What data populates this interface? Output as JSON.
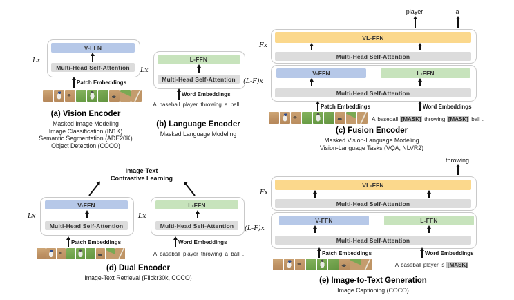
{
  "colors": {
    "v_ffn": "#b6c8e8",
    "l_ffn": "#c7e3bc",
    "vl_ffn": "#fbd88c",
    "attention": "#dcdcdc"
  },
  "labels": {
    "v_ffn": "V-FFN",
    "l_ffn": "L-FFN",
    "vl_ffn": "VL-FFN",
    "attention": "Multi-Head Self-Attention",
    "patch_embeddings": "Patch Embeddings",
    "word_embeddings": "Word Embeddings",
    "depth_l": "Lx",
    "depth_f": "Fx",
    "depth_lf": "(L-F)x"
  },
  "panels": {
    "a": {
      "title": "(a) Vision Encoder",
      "tasks": [
        "Masked Image Modeling",
        "Image Classification (IN1K)",
        "Semantic Segmentation (ADE20K)",
        "Object Detection (COCO)"
      ]
    },
    "b": {
      "title": "(b) Language Encoder",
      "tasks": [
        "Masked Language Modeling"
      ],
      "sentence": "A baseball player throwing a ball ."
    },
    "c": {
      "title": "(c) Fusion Encoder",
      "tasks": [
        "Masked Vision-Language Modeling",
        "Vision-Language Tasks (VQA, NLVR2)"
      ],
      "outputs": [
        "player",
        "a"
      ],
      "tokens": [
        {
          "t": "A"
        },
        {
          "t": "baseball"
        },
        {
          "t": "[MASK]",
          "mask": true
        },
        {
          "t": "throwing"
        },
        {
          "t": "[MASK]",
          "mask": true
        },
        {
          "t": "ball"
        },
        {
          "t": "."
        }
      ]
    },
    "d": {
      "title": "(d) Dual Encoder",
      "tasks": [
        "Image-Text Retrieval (Flickr30k, COCO)"
      ],
      "objective_line1": "Image-Text",
      "objective_line2": "Contrastive Learning",
      "sentence": "A baseball player throwing a ball ."
    },
    "e": {
      "title": "(e) Image-to-Text Generation",
      "tasks": [
        "Image Captioning (COCO)"
      ],
      "output": "throwing",
      "tokens": [
        {
          "t": "A"
        },
        {
          "t": "baseball"
        },
        {
          "t": "player"
        },
        {
          "t": "is"
        },
        {
          "t": "[MASK]",
          "mask": true
        }
      ]
    }
  }
}
